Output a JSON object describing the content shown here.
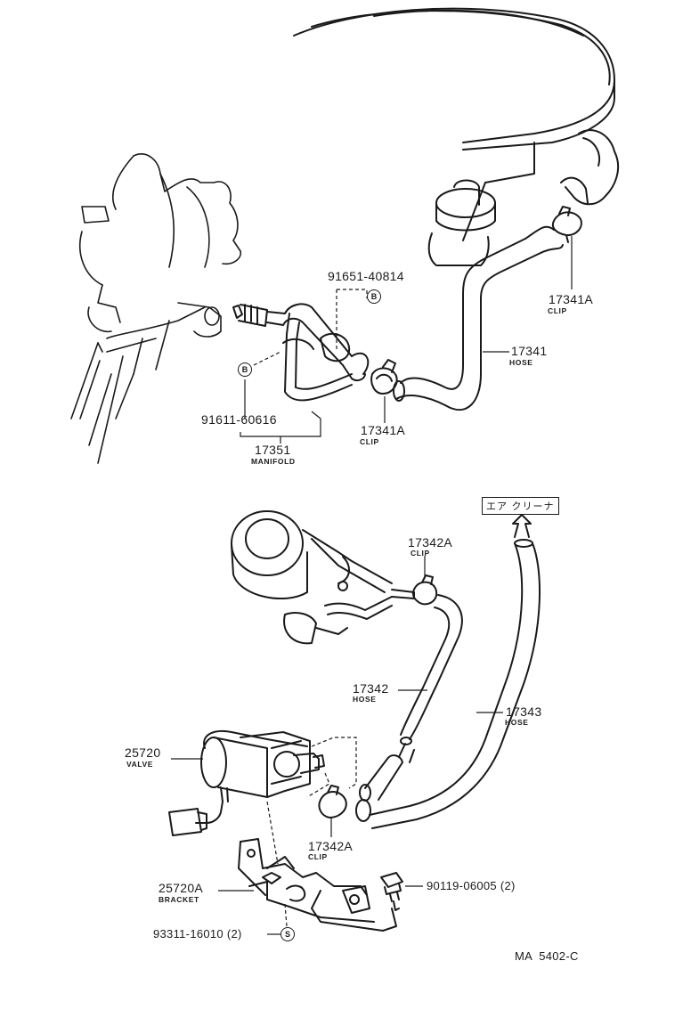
{
  "upper": {
    "bolt_b_top": {
      "part": "91651-40814",
      "badge": "B"
    },
    "bolt_b_left": {
      "part": "91611-60616",
      "badge": "B"
    },
    "manifold": {
      "part": "17351",
      "name": "MANIFOLD"
    },
    "clip_lower": {
      "part": "17341A",
      "name": "CLIP"
    },
    "clip_upper": {
      "part": "17341A",
      "name": "CLIP"
    },
    "hose": {
      "part": "17341",
      "name": "HOSE"
    }
  },
  "lower": {
    "air_cleaner": "エア クリーナ",
    "clip_upper": {
      "part": "17342A",
      "name": "CLIP"
    },
    "hose_a": {
      "part": "17342",
      "name": "HOSE"
    },
    "hose_b": {
      "part": "17343",
      "name": "HOSE"
    },
    "valve": {
      "part": "25720",
      "name": "VALVE"
    },
    "clip_lower": {
      "part": "17342A",
      "name": "CLIP"
    },
    "bracket": {
      "part": "25720A",
      "name": "BRACKET"
    },
    "bolt": {
      "part": "90119-06005 (2)"
    },
    "screw": {
      "part": "93311-16010 (2)",
      "badge": "S"
    }
  },
  "ref_code": "MA  5402-C"
}
